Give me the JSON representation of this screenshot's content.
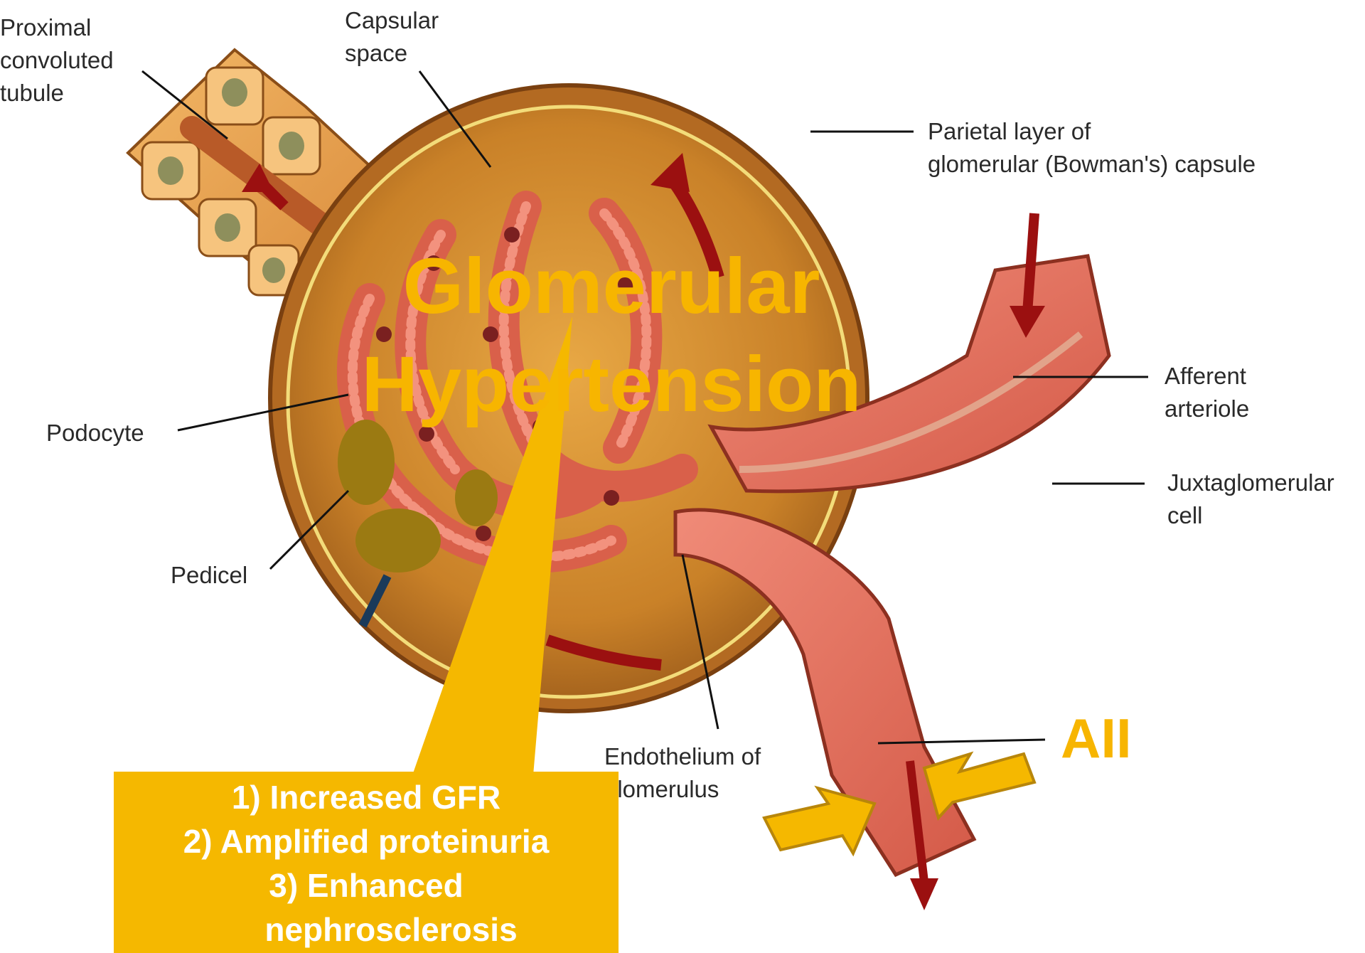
{
  "labels": {
    "proximal": [
      "Proximal",
      "convoluted",
      "tubule"
    ],
    "capsular": [
      "Capsular",
      "space"
    ],
    "parietal": [
      "Parietal layer of",
      "glomerular (Bowman's) capsule"
    ],
    "afferent": [
      "Afferent",
      "arteriole"
    ],
    "juxta": [
      "Juxtaglomerular",
      "cell"
    ],
    "podocyte": "Podocyte",
    "pedicel": "Pedicel",
    "endothelium": [
      "Endothelium of",
      "glomerulus"
    ]
  },
  "overlay": {
    "title_line1": "Glomerular",
    "title_line2": "Hypertension",
    "angiotensin": "AII",
    "callout_items": [
      "1)  Increased GFR",
      "2)  Amplified proteinuria",
      "3)  Enhanced",
      "nephrosclerosis"
    ]
  },
  "colors": {
    "accent": "#f7b500",
    "callout_fill": "#f5b800",
    "capsule": "#c98a2a",
    "vessel": "#e5705e",
    "blood_arrow": "#9b1010"
  }
}
